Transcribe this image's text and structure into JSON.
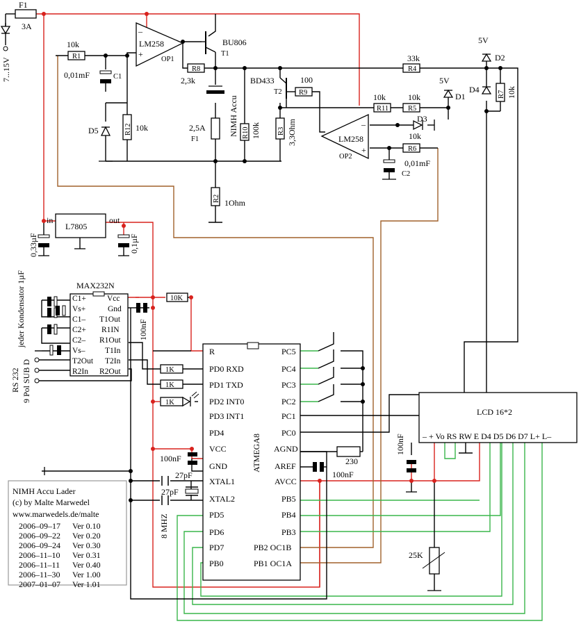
{
  "power": {
    "fuse_in": "F1",
    "fuse_in_rating": "3A",
    "supply": "7...15V"
  },
  "regulator": {
    "name": "L7805",
    "in": "in",
    "out": "out",
    "c_in": "0,33µF",
    "c_out": "0,1µF"
  },
  "charger": {
    "op1": "LM258",
    "op1_tag": "OP1",
    "t1": "BU806",
    "t1_tag": "T1",
    "r1": "R1",
    "r1_val": "10k",
    "c1": "C1",
    "c1_val": "0,01mF",
    "r8": "R8",
    "r8_val": "2,3k",
    "d5": "D5",
    "r12": "R12",
    "r12_val": "10k",
    "battery": "NIMH Accu",
    "fuse2": "F1",
    "fuse2_val": "2,5A",
    "r10": "R10",
    "r10_val": "100k",
    "r2": "R2",
    "r2_val": "1Ohm",
    "t2": "BD433",
    "t2_tag": "T2",
    "r9": "R9",
    "r9_val": "100",
    "r3": "R3",
    "r3_val": "3,3Ohm",
    "op2": "LM258",
    "op2_tag": "OP2",
    "r4": "R4",
    "r4_val": "33k",
    "r11": "R11",
    "r11_val": "10k",
    "r5": "R5",
    "r5_val": "10k",
    "r6": "R6",
    "r6_val": "0,01mF",
    "c2": "C2",
    "d1": "D1",
    "d1_val": "5V",
    "d2": "D2",
    "d2_val": "5V",
    "d3": "D3",
    "d3_val": "10k",
    "d4": "D4",
    "r7": "R7",
    "r7_val": "10k"
  },
  "max232": {
    "title": "MAX232N",
    "note": "jeder Kondensator 1µF",
    "left_pins": [
      "C1+",
      "Vs+",
      "C1–",
      "C2+",
      "C2–",
      "Vs–",
      "T2Out",
      "R2In"
    ],
    "right_pins": [
      "Vcc",
      "Gnd",
      "T1Out",
      "R1IN",
      "R1Out",
      "T1In",
      "T2In",
      "R2Out"
    ],
    "cap": "100nF",
    "r_pull": "10K",
    "rs232": "RS 232",
    "sub_d": "9 Pol SUB D"
  },
  "mcu": {
    "name": "ATMEGA8",
    "left_pins": [
      "R",
      "PD0 RXD",
      "PD1 TXD",
      "PD2 INT0",
      "PD3 INT1",
      "PD4",
      "VCC",
      "GND",
      "XTAL1",
      "XTAL2",
      "PD5",
      "PD6",
      "PD7",
      "PB0"
    ],
    "right_pins": [
      "PC5",
      "PC4",
      "PC3",
      "PC2",
      "PC1",
      "PC0",
      "AGND",
      "AREF",
      "AVCC",
      "PB5",
      "PB4",
      "PB3",
      "PB2 OC1B",
      "PB1 OC1A"
    ],
    "r_rxd": "1K",
    "r_txd": "1K",
    "r_led": "1K",
    "c_vcc": "100nF",
    "c_aref": "100nF",
    "r_agnd": "230",
    "c_x1": "27pF",
    "c_x2": "27pF",
    "crystal": "8 MHZ"
  },
  "lcd": {
    "title": "LCD 16*2",
    "pins": "– + Vo RS RW E D4 D5 D6 D7 L+ L–",
    "cap": "100nF",
    "pot": "25K"
  },
  "info": {
    "title": "NIMH Accu Lader",
    "author": "(c) by Malte Marwedel",
    "url": "www.marwedels.de/malte",
    "versions": [
      {
        "date": "2006–09–17",
        "ver": "Ver 0.10"
      },
      {
        "date": "2006–09–22",
        "ver": "Ver 0.20"
      },
      {
        "date": "2006–09–24",
        "ver": "Ver 0.30"
      },
      {
        "date": "2006–11–10",
        "ver": "Ver 0.31"
      },
      {
        "date": "2006–11–11",
        "ver": "Ver 0.40"
      },
      {
        "date": "2006–11–30",
        "ver": "Ver 1.00"
      },
      {
        "date": "2007–01–07",
        "ver": "Ver 1.01"
      }
    ]
  }
}
